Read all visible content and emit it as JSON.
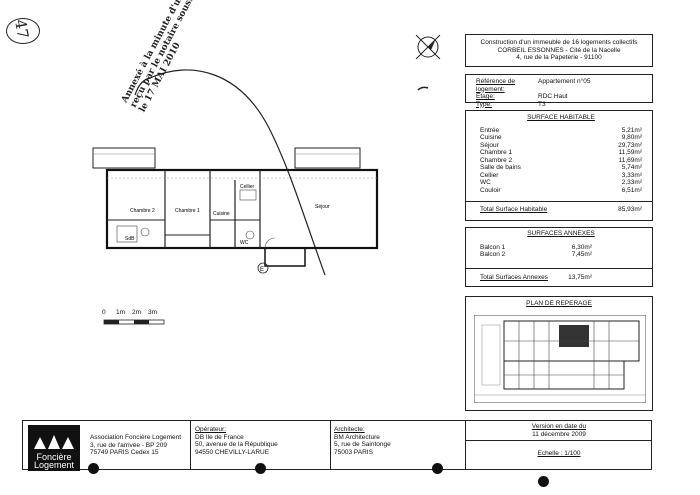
{
  "stamp": {
    "number": "47",
    "annotation_lines": [
      "Annexé à la minute d'un acte",
      "reçu par le notaire soussigné",
      "le 17 MAI 2010"
    ]
  },
  "title_block": {
    "line1": "Construction d'un immeuble de 16 logements collectifs",
    "line2": "CORBEIL ESSONNES - Cité de la Nacelle",
    "line3": "4, rue de la Papeterie - 91100"
  },
  "reference": {
    "rows": [
      {
        "label": "Référence de logement:",
        "value": "Appartement n°05"
      },
      {
        "label": "Etage:",
        "value": "RDC Haut"
      },
      {
        "label": "Type:",
        "value": "T3"
      }
    ]
  },
  "surface_habitable": {
    "title": "SURFACE HABITABLE",
    "rooms": [
      {
        "name": "Entrée",
        "area": "5,21m²"
      },
      {
        "name": "Cuisine",
        "area": "9,80m²"
      },
      {
        "name": "Séjour",
        "area": "29,73m²"
      },
      {
        "name": "Chambre 1",
        "area": "11,59m²"
      },
      {
        "name": "Chambre 2",
        "area": "11,69m²"
      },
      {
        "name": "Salle de bains",
        "area": "5,74m²"
      },
      {
        "name": "Cellier",
        "area": "3,33m²"
      },
      {
        "name": "WC",
        "area": "2,33m²"
      },
      {
        "name": "Couloir",
        "area": "6,51m²"
      }
    ],
    "total_label": "Total Surface Habitable",
    "total_value": "85,93m²"
  },
  "surfaces_annexes": {
    "title": "SURFACES ANNEXES",
    "rows": [
      {
        "name": "Balcon 1",
        "area": "6,30m²"
      },
      {
        "name": "Balcon 2",
        "area": "7,45m²"
      }
    ],
    "total_label": "Total Surfaces Annexes",
    "total_value": "13,75m²"
  },
  "plan_reperage": {
    "title": "PLAN DE REPERAGE"
  },
  "floorplan": {
    "room_labels": [
      "Chambre 2",
      "Chambre 1",
      "Cellier",
      "Cuisine",
      "Séjour",
      "SdB",
      "WC"
    ],
    "entry_mark": "E",
    "scale_labels": [
      "0",
      "1m",
      "2m",
      "3m"
    ]
  },
  "footer": {
    "association": [
      "Association Foncière Logement",
      "3, rue de l'arrivée - BP 209",
      "75749 PARIS Cedex 15"
    ],
    "logo_text": [
      "Foncière",
      "Logement"
    ],
    "operateur": {
      "title": "Opérateur:",
      "lines": [
        "DB Ile de France",
        "50, avenue de la République",
        "94550 CHEVILLY-LARUE"
      ]
    },
    "architecte": {
      "title": "Architecte:",
      "lines": [
        "BM Architecture",
        "5, rue de Saintonge",
        "75003 PARIS"
      ]
    },
    "version": {
      "title": "Version en date du",
      "date": "11 décembre 2009"
    },
    "echelle": {
      "label": "Echelle : 1/100"
    }
  }
}
